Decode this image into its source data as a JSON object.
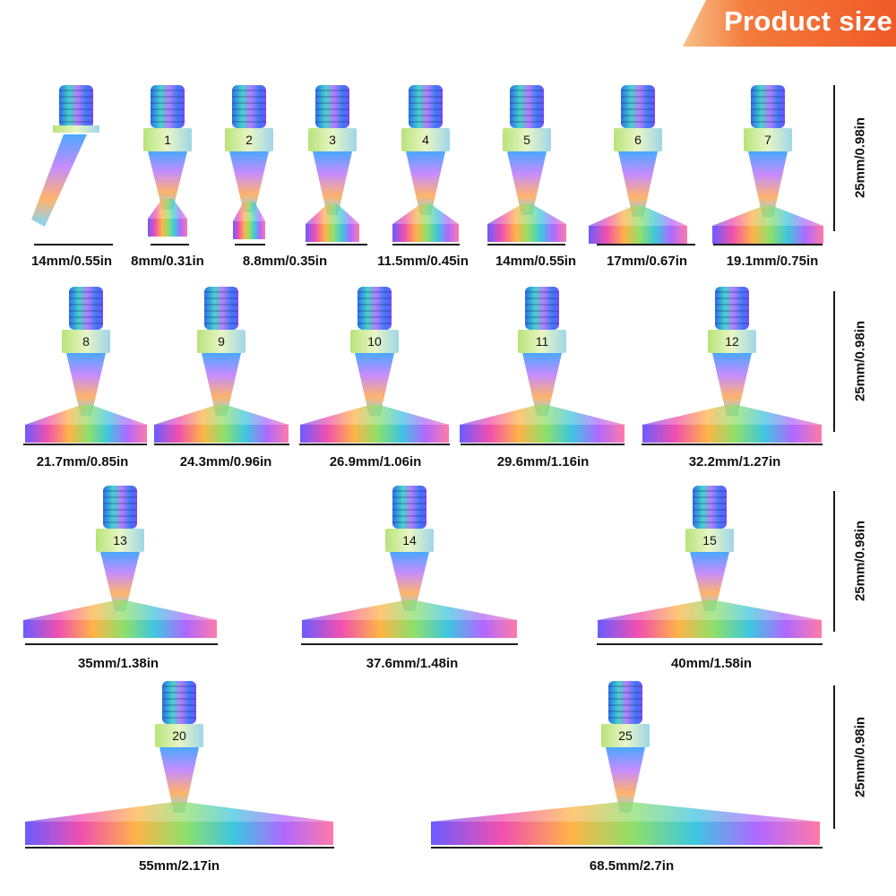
{
  "banner": {
    "title": "Product size"
  },
  "colors": {
    "banner_start": "#f7c08a",
    "banner_end": "#f05a28",
    "line": "#1a1a1a"
  },
  "height_label": "25mm/0.98in",
  "tips": [
    {
      "number": "",
      "label": "14mm/0.55in",
      "angled": true
    },
    {
      "number": "1",
      "label": "8mm/0.31in"
    },
    {
      "number": "2",
      "label": "8.8mm/0.35in"
    },
    {
      "number": "3",
      "label": "11.5mm/0.45in"
    },
    {
      "number": "4",
      "label": "14mm/0.55in"
    },
    {
      "number": "5",
      "label": "17mm/0.67in"
    },
    {
      "number": "6",
      "label": "19.1mm/0.75in"
    },
    {
      "number": "7",
      "label": "21.7mm/0.85in"
    },
    {
      "number": "8",
      "label": "21.7mm/0.85in"
    },
    {
      "number": "9",
      "label": "24.3mm/0.96in"
    },
    {
      "number": "10",
      "label": "26.9mm/1.06in"
    },
    {
      "number": "11",
      "label": "29.6mm/1.16in"
    },
    {
      "number": "12",
      "label": "32.2mm/1.27in"
    },
    {
      "number": "13",
      "label": "35mm/1.38in"
    },
    {
      "number": "14",
      "label": "37.6mm/1.48in"
    },
    {
      "number": "15",
      "label": "40mm/1.58in"
    },
    {
      "number": "20",
      "label": "55mm/2.17in"
    },
    {
      "number": "25",
      "label": "68.5mm/2.7in"
    }
  ],
  "labels_row1": [
    "14mm/0.55in",
    "8mm/0.31in",
    "8.8mm/0.35in",
    "11.5mm/0.45in",
    "14mm/0.55in",
    "17mm/0.67in",
    "19.1mm/0.75in"
  ]
}
